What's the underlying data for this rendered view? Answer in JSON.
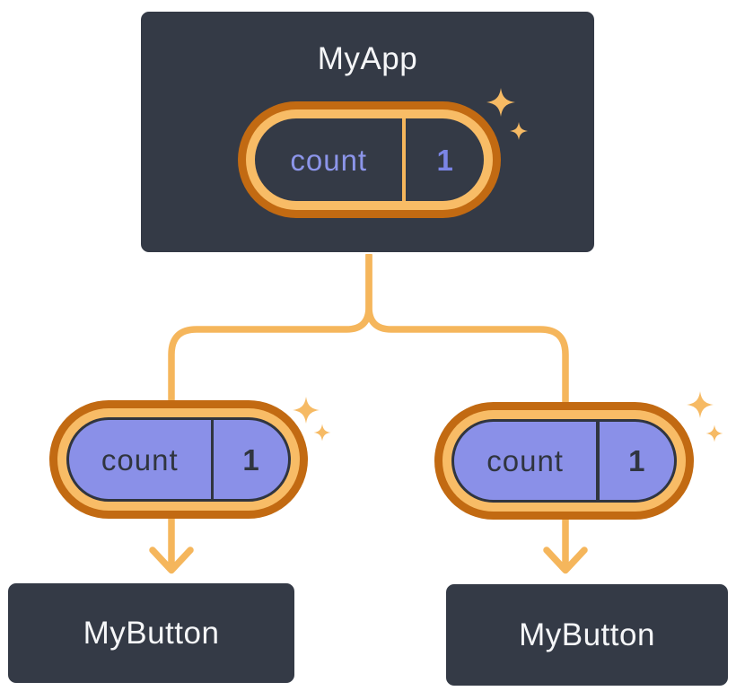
{
  "diagram": {
    "description": "React component tree: parent component holding state passed to two child buttons",
    "root": {
      "title": "MyApp",
      "state": {
        "label": "count",
        "value": "1"
      }
    },
    "children": [
      {
        "title": "MyButton",
        "state": {
          "label": "count",
          "value": "1"
        }
      },
      {
        "title": "MyButton",
        "state": {
          "label": "count",
          "value": "1"
        }
      }
    ],
    "colors": {
      "background": "#FFFFFF",
      "card_fill": "#343A46",
      "card_border": "#FFFFFF",
      "card_text": "#F5F6F8",
      "pill_ring_outer": "#C26A12",
      "pill_ring_inner": "#F8BC66",
      "pill_fill_root": "#343A46",
      "pill_text_root": "#8C95EA",
      "pill_fill_child": "#8A90E8",
      "pill_text_child": "#30353F",
      "connector": "#F5B65C",
      "sparkle": "#F6BA64"
    }
  }
}
